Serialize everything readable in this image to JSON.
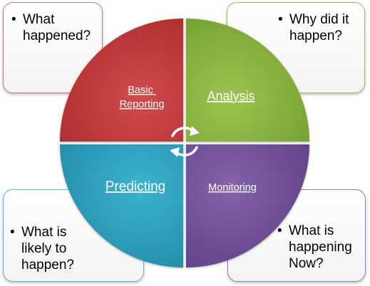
{
  "quadrants": {
    "top_left": {
      "label_lines": [
        "Basic",
        "Reporting"
      ],
      "color": "#c0393b"
    },
    "top_right": {
      "label_lines": [
        "Analysis"
      ],
      "color": "#8ab33f"
    },
    "bottom_left": {
      "label_lines": [
        "Predicting"
      ],
      "color": "#2a9cb8"
    },
    "bottom_right": {
      "label_lines": [
        "Monitoring"
      ],
      "color": "#6d4a94"
    }
  },
  "callouts": {
    "top_left": "What\nhappened?",
    "top_right": "Why did it\nhappen?",
    "bottom_left": "What is\nlikely to\nhappen?",
    "bottom_right": "What is\nhappening\nNow?"
  },
  "bullet_symbol": "•",
  "center_icon": "cycle-arrows-icon"
}
